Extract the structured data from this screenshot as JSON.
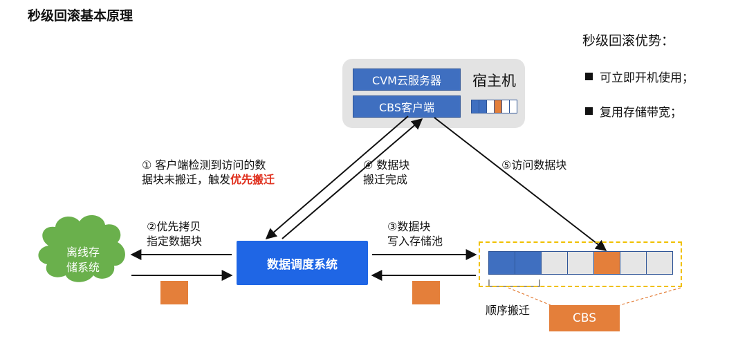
{
  "title": "秒级回滚基本原理",
  "advantages": {
    "title": "秒级回滚优势：",
    "items": [
      "可立即开机使用；",
      "复用存储带宽；"
    ]
  },
  "host": {
    "label": "宿主机",
    "cvm": "CVM云服务器",
    "cbs_client": "CBS客户端",
    "mini_blocks": [
      "#3f6fc0",
      "#3f6fc0",
      "#ffffff",
      "#e47f3a",
      "#ffffff",
      "#ffffff"
    ]
  },
  "offline_storage": {
    "line1": "离线存",
    "line2": "储系统"
  },
  "dispatch_system": "数据调度系统",
  "steps": {
    "s1_line1": "① 客户端检测到访问的数",
    "s1_line2_a": "据块未搬迁，触发",
    "s1_line2_b": "优先搬迁",
    "s2_line1": "②优先拷贝",
    "s2_line2": "指定数据块",
    "s3_line1": "③数据块",
    "s3_line2": "写入存储池",
    "s4_line1": "④ 数据块",
    "s4_line2": "搬迁完成",
    "s5": "⑤访问数据块"
  },
  "pool_blocks": [
    "#3f6fc0",
    "#3f6fc0",
    "#e6e6e6",
    "#e6e6e6",
    "#e47f3a",
    "#e6e6e6",
    "#e6e6e6"
  ],
  "sequential_label": "顺序搬迁",
  "cbs_label": "CBS",
  "colors": {
    "blue": "#3f6fc0",
    "dispatch_blue": "#1f66e5",
    "orange": "#e47f3a",
    "green": "#6ab04c",
    "yellow": "#f0c000",
    "red": "#e0301e"
  }
}
